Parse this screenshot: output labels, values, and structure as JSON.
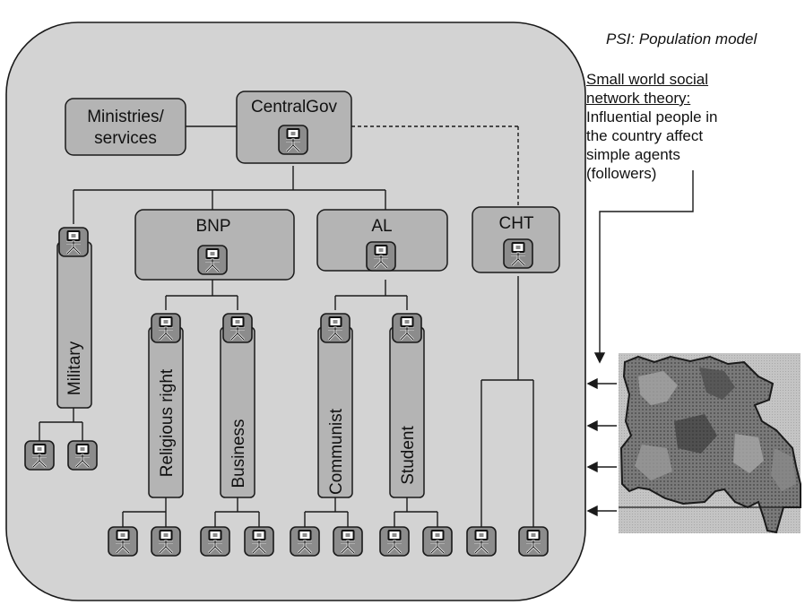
{
  "header": {
    "title": "PSI: Population model"
  },
  "note": {
    "heading_line1": "Small world social",
    "heading_line2": "network theory:",
    "body_lines": [
      "Influential people in",
      "the country affect",
      "simple agents",
      "(followers)"
    ]
  },
  "nodes": {
    "ministries_line1": "Ministries/",
    "ministries_line2": "services",
    "centralgov": "CentralGov",
    "bnp": "BNP",
    "al": "AL",
    "cht": "CHT",
    "military": "Military",
    "religious_right": "Religious right",
    "business": "Business",
    "communist": "Communist",
    "student": "Student"
  },
  "colors": {
    "panel_fill": "#d3d3d3",
    "box_fill": "#b4b4b4",
    "agent_fill": "#8c8c8c",
    "stroke": "#1a1a1a",
    "map_water": "#c8c8c8",
    "map_land": "#6a6a6a"
  },
  "icons": {
    "agent": "stick-figure-person-icon",
    "arrow": "arrow-left-icon"
  }
}
